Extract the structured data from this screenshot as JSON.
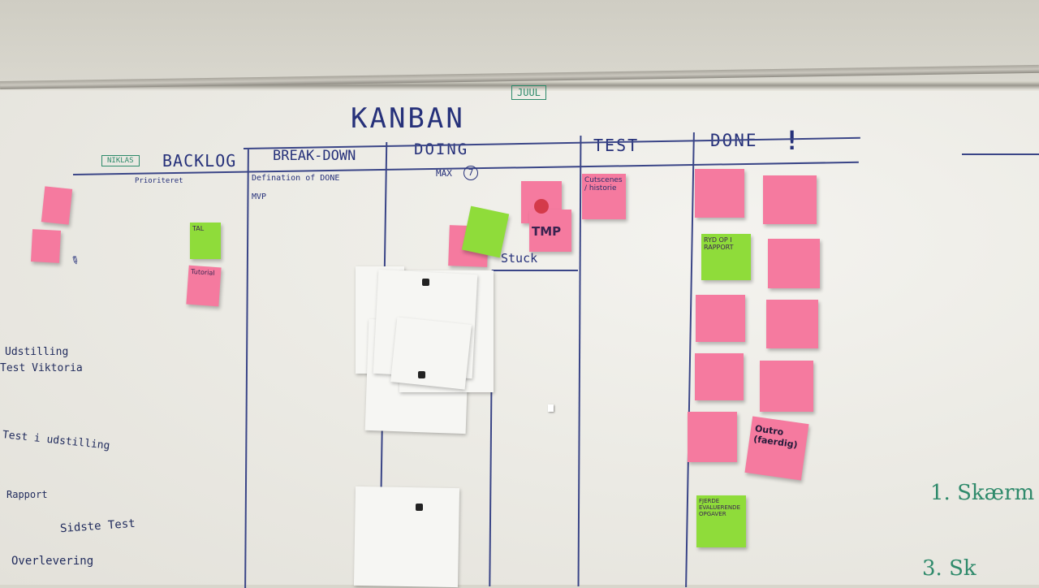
{
  "board": {
    "title": "KANBAN",
    "juul_tag": "JUUL",
    "niklas_tag": "NIKLAS",
    "columns": [
      "BACKLOG",
      "BREAK-DOWN",
      "DOING",
      "TEST",
      "DONE"
    ],
    "done_mark": "!",
    "backlog_note": "Prioriteret",
    "breakdown_items": [
      "Defination of DONE",
      "MVP"
    ],
    "doing_limit_label": "MAX",
    "doing_limit_value": "7",
    "stuck_label": "Stuck"
  },
  "notes": {
    "doing_tmp": "TMP",
    "test_cutscenes": "Cutscenes / historie",
    "backlog_tutorial": "Tutorial",
    "backlog_tal": "TAL",
    "done_outro": "Outro (faerdig)",
    "done_fjerde": "FJERDE EVALUERENDE OPGAVER",
    "done_ryd": "RYD OP I RAPPORT"
  },
  "left_writing": {
    "udstilling": "Udstilling",
    "test_viktoria": "Test Viktoria",
    "test_i_udstilling": "Test i udstilling",
    "rapport": "Rapport",
    "sidste_test": "Sidste Test",
    "overlevering": "Overlevering"
  },
  "right_writing": {
    "skaerm1": "1. Skærm",
    "skaerm3": "3. Sk"
  },
  "colors": {
    "ink": "#26317a",
    "pink": "#f57a9f",
    "green": "#8fdc3a",
    "green_ink": "#2f8a6b"
  }
}
